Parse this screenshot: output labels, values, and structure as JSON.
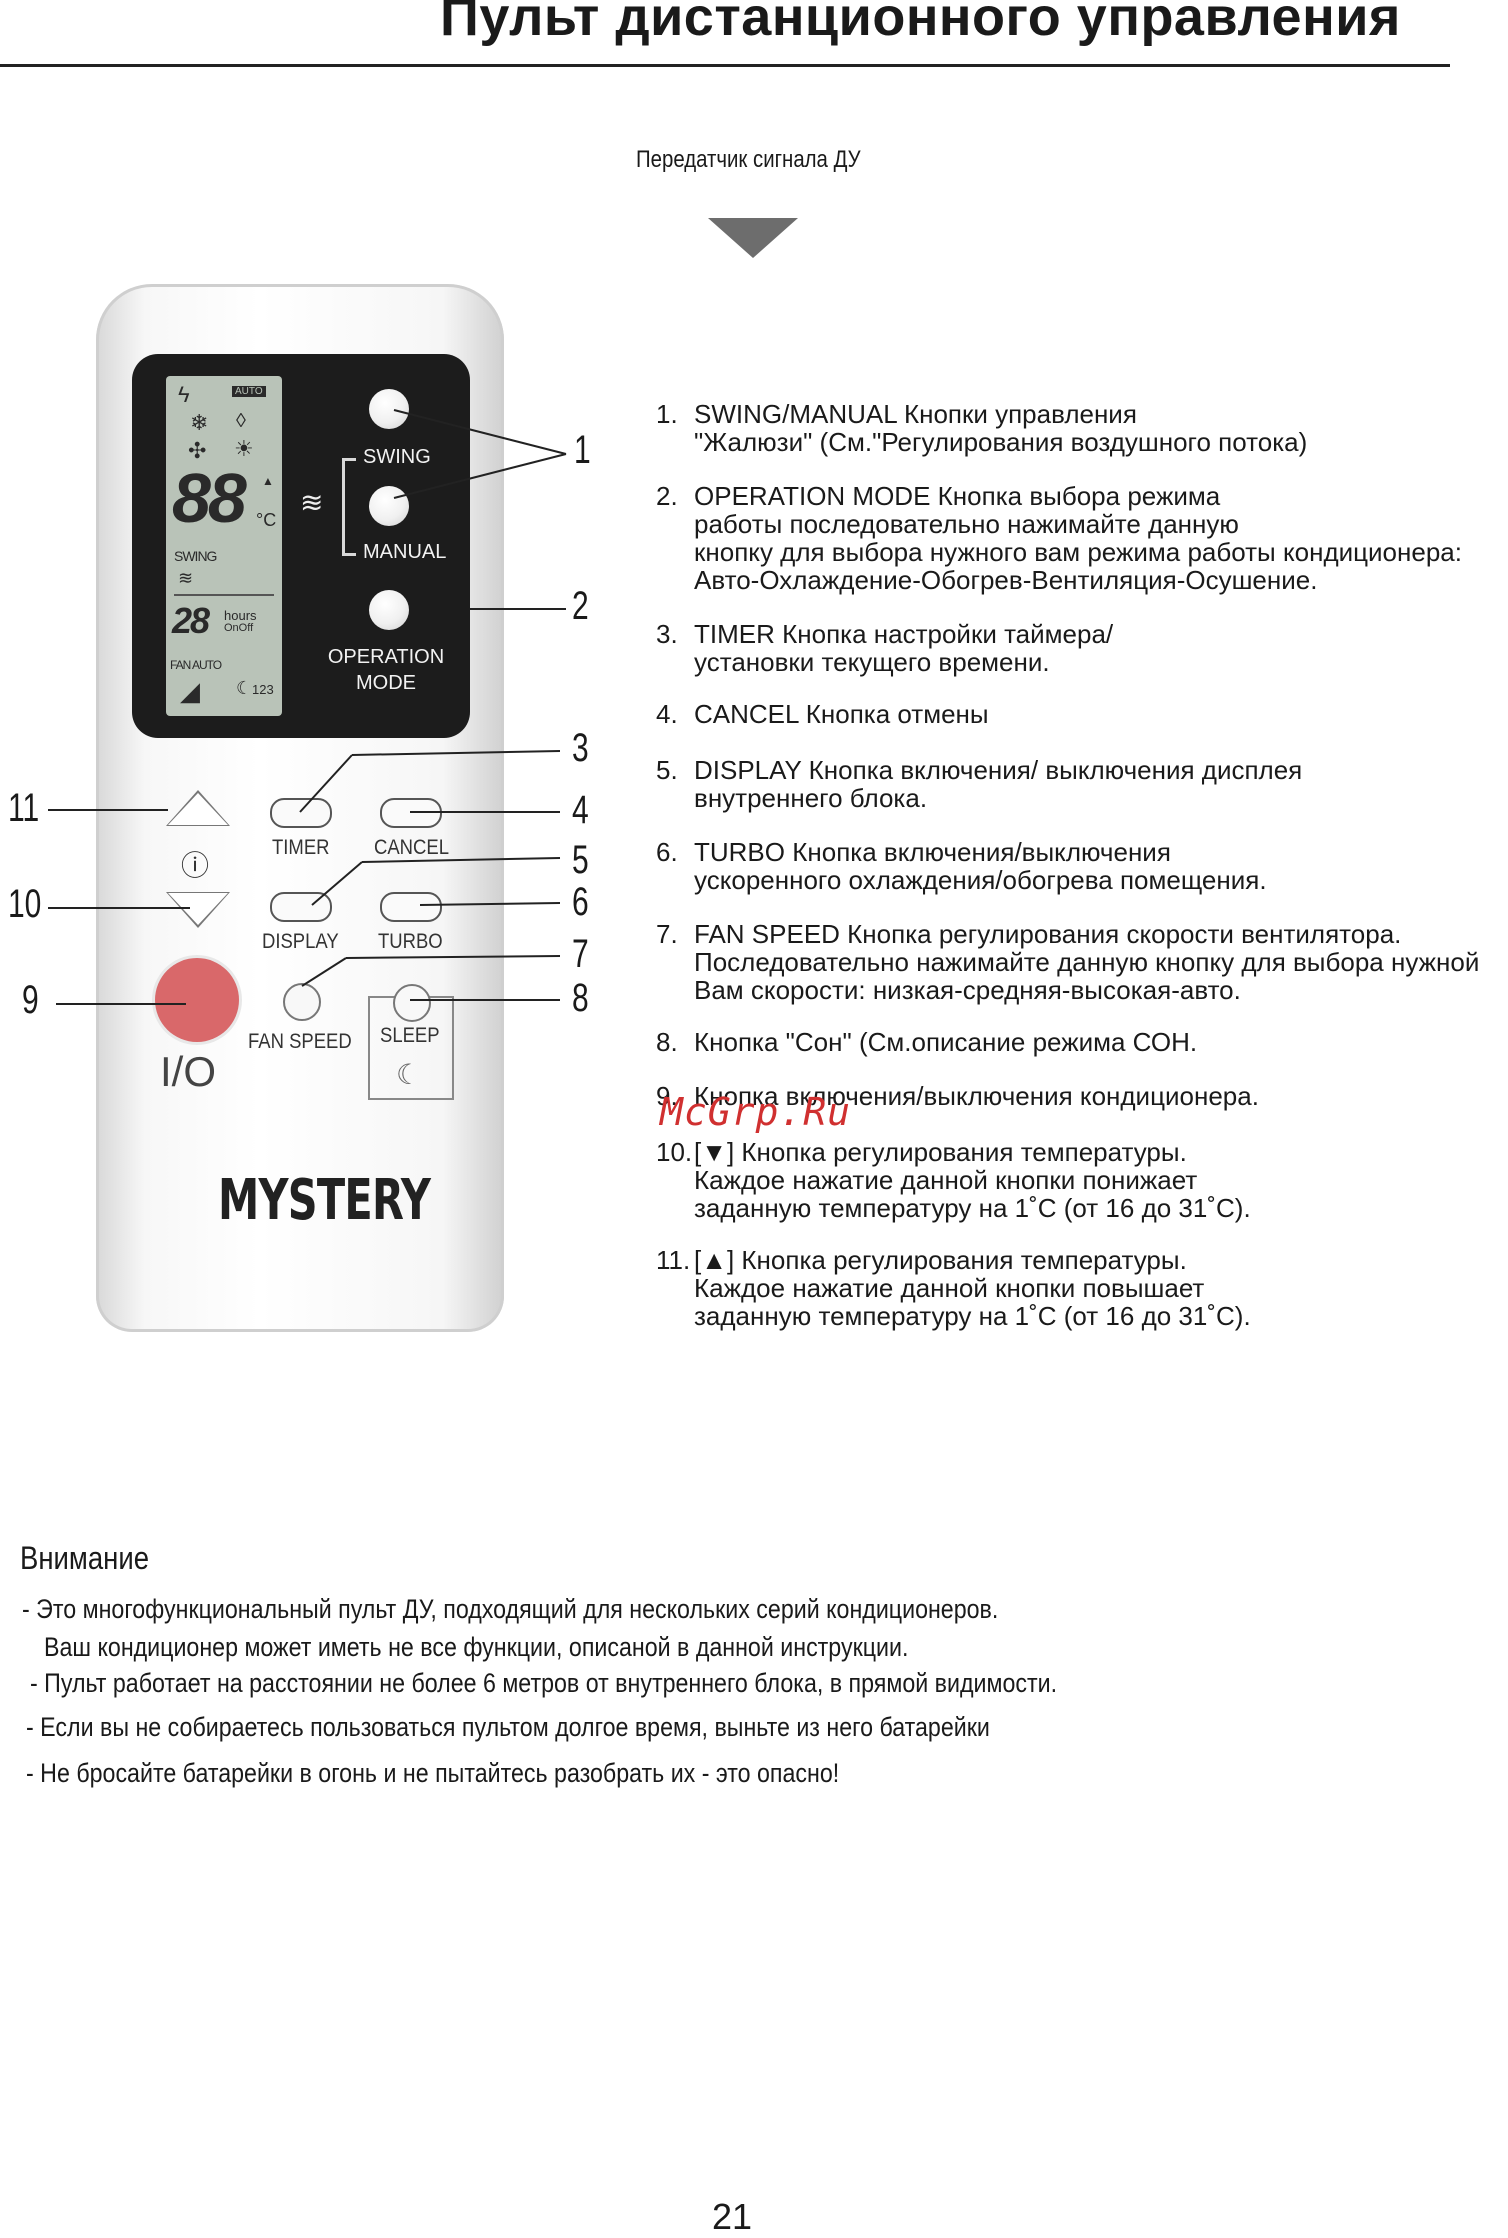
{
  "page": {
    "title": "Пульт дистанционного управления",
    "transmitter_label": "Передатчик сигнала ДУ",
    "page_number": "21",
    "watermark": "McGrp.Ru"
  },
  "remote": {
    "lcd": {
      "auto": "AUTO",
      "digits": "88",
      "unit": "°C",
      "swing": "SWING",
      "timer_digits": "28",
      "hours": "hours",
      "onoff": "OnOff",
      "fan_auto": "FAN AUTO",
      "sleep_nums": "123"
    },
    "labels": {
      "swing": "SWING",
      "manual": "MANUAL",
      "operation_mode_1": "OPERATION",
      "operation_mode_2": "MODE",
      "timer": "TIMER",
      "cancel": "CANCEL",
      "display": "DISPLAY",
      "turbo": "TURBO",
      "fan_speed": "FAN SPEED",
      "sleep": "SLEEP",
      "power": "I/O",
      "brand": "MYSTERY"
    },
    "callouts": [
      "1",
      "2",
      "3",
      "4",
      "5",
      "6",
      "7",
      "8",
      "9",
      "10",
      "11"
    ]
  },
  "descriptions": [
    {
      "num": "1.",
      "lines": [
        "SWING/MANUAL Кнопки управления",
        "\"Жалюзи\" (См.\"Регулирования воздушного потока)"
      ]
    },
    {
      "num": "2.",
      "lines": [
        "OPERATION MODE Кнопка выбора режима",
        "работы последовательно нажимайте данную",
        "кнопку для выбора нужного вам режима работы кондиционера:",
        "Авто-Охлаждение-Обогрев-Вентиляция-Осушение."
      ]
    },
    {
      "num": "3.",
      "lines": [
        "TIMER Кнопка настройки таймера/",
        "установки текущего времени."
      ]
    },
    {
      "num": "4.",
      "lines": [
        "CANCEL Кнопка отмены"
      ]
    },
    {
      "num": "5.",
      "lines": [
        "DISPLAY Кнопка включения/  выключения дисплея",
        "внутреннего блока."
      ]
    },
    {
      "num": "6.",
      "lines": [
        "TURBO Кнопка включения/выключения",
        "ускоренного охлаждения/обогрева помещения."
      ]
    },
    {
      "num": "7.",
      "lines": [
        "FAN SPEED Кнопка регулирования скорости вентилятора.",
        "Последовательно нажимайте данную кнопку для выбора нужной",
        "Вам скорости: низкая-средняя-высокая-авто."
      ]
    },
    {
      "num": "8.",
      "lines": [
        "Кнопка \"Сон\" (См.описание режима СОН."
      ]
    },
    {
      "num": "9.",
      "lines": [
        "Кнопка включения/выключения кондиционера."
      ]
    },
    {
      "num": "10.",
      "lines": [
        "[▼] Кнопка регулирования температуры.",
        "Каждое нажатие данной кнопки понижает",
        "заданную температуру на 1˚С (от 16 до 31˚С)."
      ]
    },
    {
      "num": "11.",
      "lines": [
        "[▲] Кнопка регулирования температуры.",
        "Каждое нажатие данной кнопки повышает",
        "заданную температуру на 1˚С (от 16 до 31˚С)."
      ]
    }
  ],
  "attention": {
    "heading": "Внимание",
    "notes": [
      "- Это многофункциональный пульт ДУ, подходящий для нескольких серий кондиционеров.",
      "Ваш кондиционер может иметь не все функции, описаной в данной инструкции.",
      "- Пульт работает на расстоянии не более 6 метров от внутреннего блока, в прямой видимости.",
      "- Если вы не собираетесь пользоваться пультом долгое время, выньте из него батарейки",
      "- Не бросайте батарейки в огонь и не пытайтесь разобрать их - это опасно!"
    ]
  },
  "colors": {
    "power_button": "#d9686a",
    "lcd_background": "#b9c3b8",
    "panel": "#1c1c1c",
    "arrow": "#6d6d6d",
    "watermark": "#d03030"
  }
}
